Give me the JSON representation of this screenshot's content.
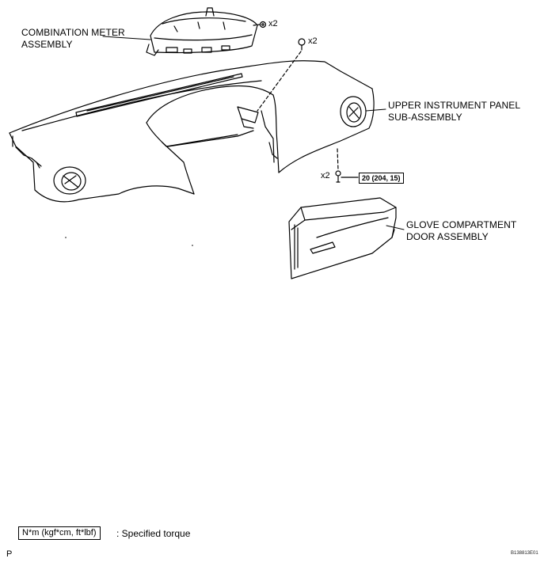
{
  "labels": {
    "combination_meter": [
      "COMBINATION METER",
      "ASSEMBLY"
    ],
    "upper_panel": [
      "UPPER INSTRUMENT PANEL",
      "SUB-ASSEMBLY"
    ],
    "glove_compartment": [
      "GLOVE COMPARTMENT",
      "DOOR ASSEMBLY"
    ]
  },
  "quantities": {
    "meter_screw": "x2",
    "panel_clip": "x2",
    "panel_bolt": "x2"
  },
  "torque": "20 (204, 15)",
  "legend": {
    "unit": "N*m (kgf*cm, ft*lbf)",
    "description": ": Specified torque"
  },
  "corner_mark": "P",
  "figure_id": "B138813E01"
}
